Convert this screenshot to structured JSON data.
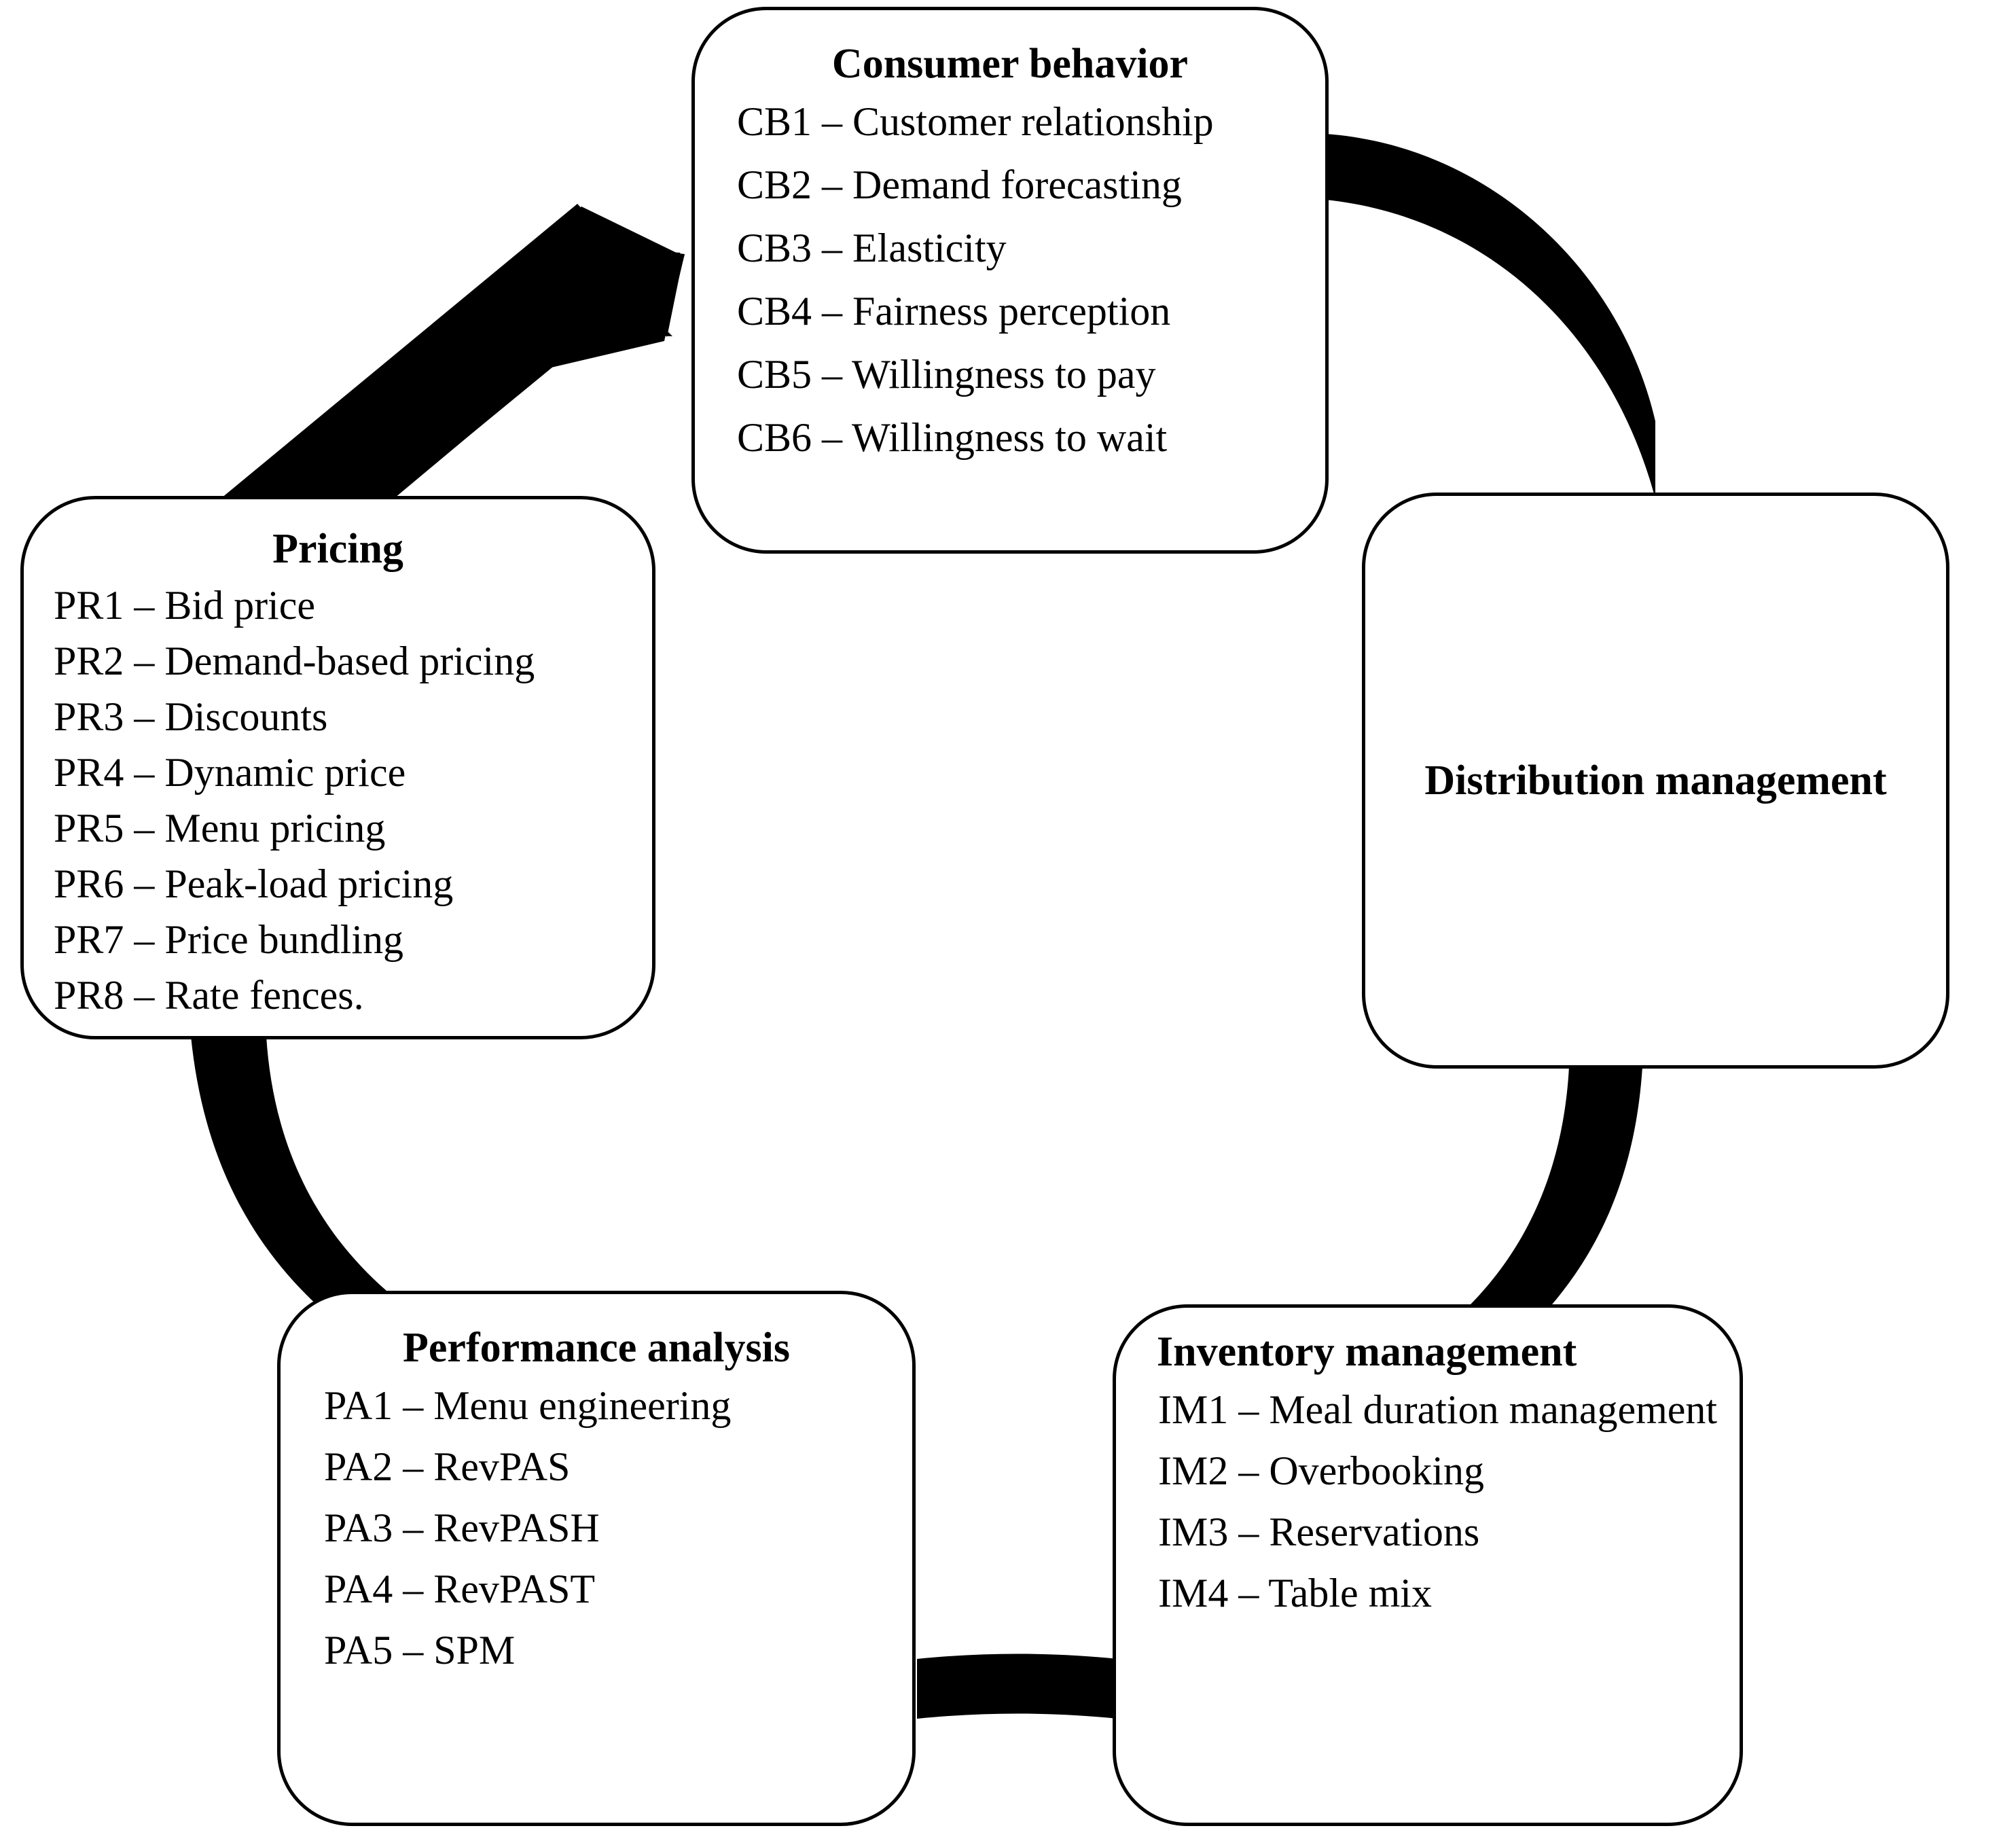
{
  "diagram": {
    "title_present": false,
    "background_color": "#ffffff",
    "stroke_color": "#000000",
    "connector_color": "#000000",
    "nodes": [
      {
        "id": "consumer-behavior",
        "title": "Consumer behavior",
        "title_align": "center",
        "items": [
          "CB1 – Customer relationship",
          "CB2 – Demand forecasting",
          "CB3 –  Elasticity",
          "CB4 – Fairness perception",
          "CB5 – Willingness to pay",
          "CB6 – Willingness to wait"
        ]
      },
      {
        "id": "pricing",
        "title": "Pricing",
        "title_align": "center",
        "items": [
          "PR1 – Bid price",
          "PR2 – Demand-based pricing",
          "PR3 –  Discounts",
          "PR4 –  Dynamic price",
          "PR5 –  Menu pricing",
          "PR6 – Peak-load pricing",
          "PR7 – Price bundling",
          "PR8 – Rate fences."
        ]
      },
      {
        "id": "distribution-management",
        "title": "Distribution  management",
        "title_align": "center",
        "items": []
      },
      {
        "id": "performance-analysis",
        "title": "Performance analysis",
        "title_align": "center",
        "items": [
          "PA1 – Menu engineering",
          "PA2 – RevPAS",
          "PA3 – RevPASH",
          "PA4 – RevPAST",
          "PA5 – SPM"
        ]
      },
      {
        "id": "inventory-management",
        "title": "Inventory management",
        "title_align": "left",
        "items": [
          "IM1 – Meal duration management",
          "IM2 – Overbooking",
          "IM3 – Reservations",
          "IM4 – Table mix"
        ]
      }
    ],
    "connectors": [
      {
        "id": "pricing-to-consumer-behavior",
        "kind": "arrow",
        "from": "pricing",
        "to": "consumer-behavior"
      },
      {
        "id": "consumer-behavior-to-distribution",
        "kind": "band",
        "from": "consumer-behavior",
        "to": "distribution-management"
      },
      {
        "id": "distribution-to-inventory",
        "kind": "band",
        "from": "distribution-management",
        "to": "inventory-management"
      },
      {
        "id": "inventory-to-performance",
        "kind": "band",
        "from": "inventory-management",
        "to": "performance-analysis"
      },
      {
        "id": "performance-to-pricing",
        "kind": "band",
        "from": "performance-analysis",
        "to": "pricing"
      }
    ]
  }
}
